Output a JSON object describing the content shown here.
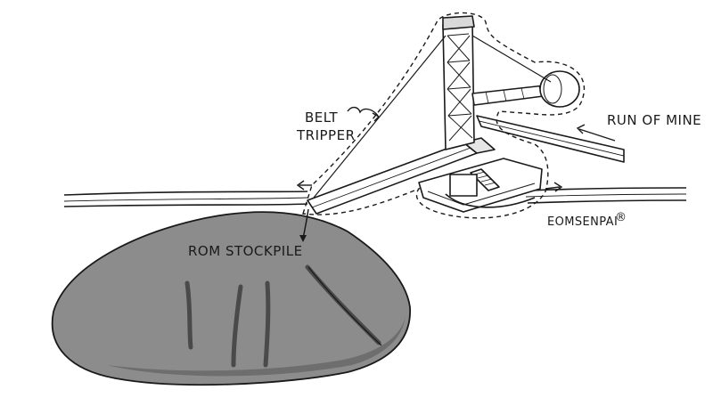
{
  "labels": {
    "belt_tripper_line1": "BELT",
    "belt_tripper_line2": "TRIPPER",
    "run_of_mine": "RUN OF MINE",
    "stockpile": "ROM STOCKPILE",
    "signature": "EOMSENPAI",
    "signature_mark": "®"
  },
  "colors": {
    "ink": "#1a1a1a",
    "stockpile_fill": "#8c8c8c",
    "stockpile_shadow": "#6e6e6e",
    "machine_fill": "#ffffff"
  }
}
